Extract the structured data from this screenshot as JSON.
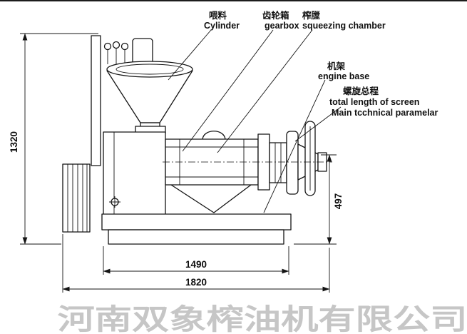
{
  "labels": {
    "feed": {
      "zh": "喂料",
      "en": "Cylinder"
    },
    "gearbox": {
      "zh": "齿轮箱",
      "en": "gearbox"
    },
    "chamber": {
      "zh": "榨膛",
      "en": "squeezing chamber"
    },
    "base": {
      "zh": "机架",
      "en": "engine base"
    },
    "screw": {
      "zh": "螺旋总程",
      "en": "total length of screen"
    },
    "param": {
      "en": "Main tcchnical paramelar"
    }
  },
  "dimensions": {
    "overall_height": "1320",
    "outlet_height": "497",
    "inner_length": "1490",
    "overall_length": "1820"
  },
  "watermark": "河南双象榨油机有限公司"
}
